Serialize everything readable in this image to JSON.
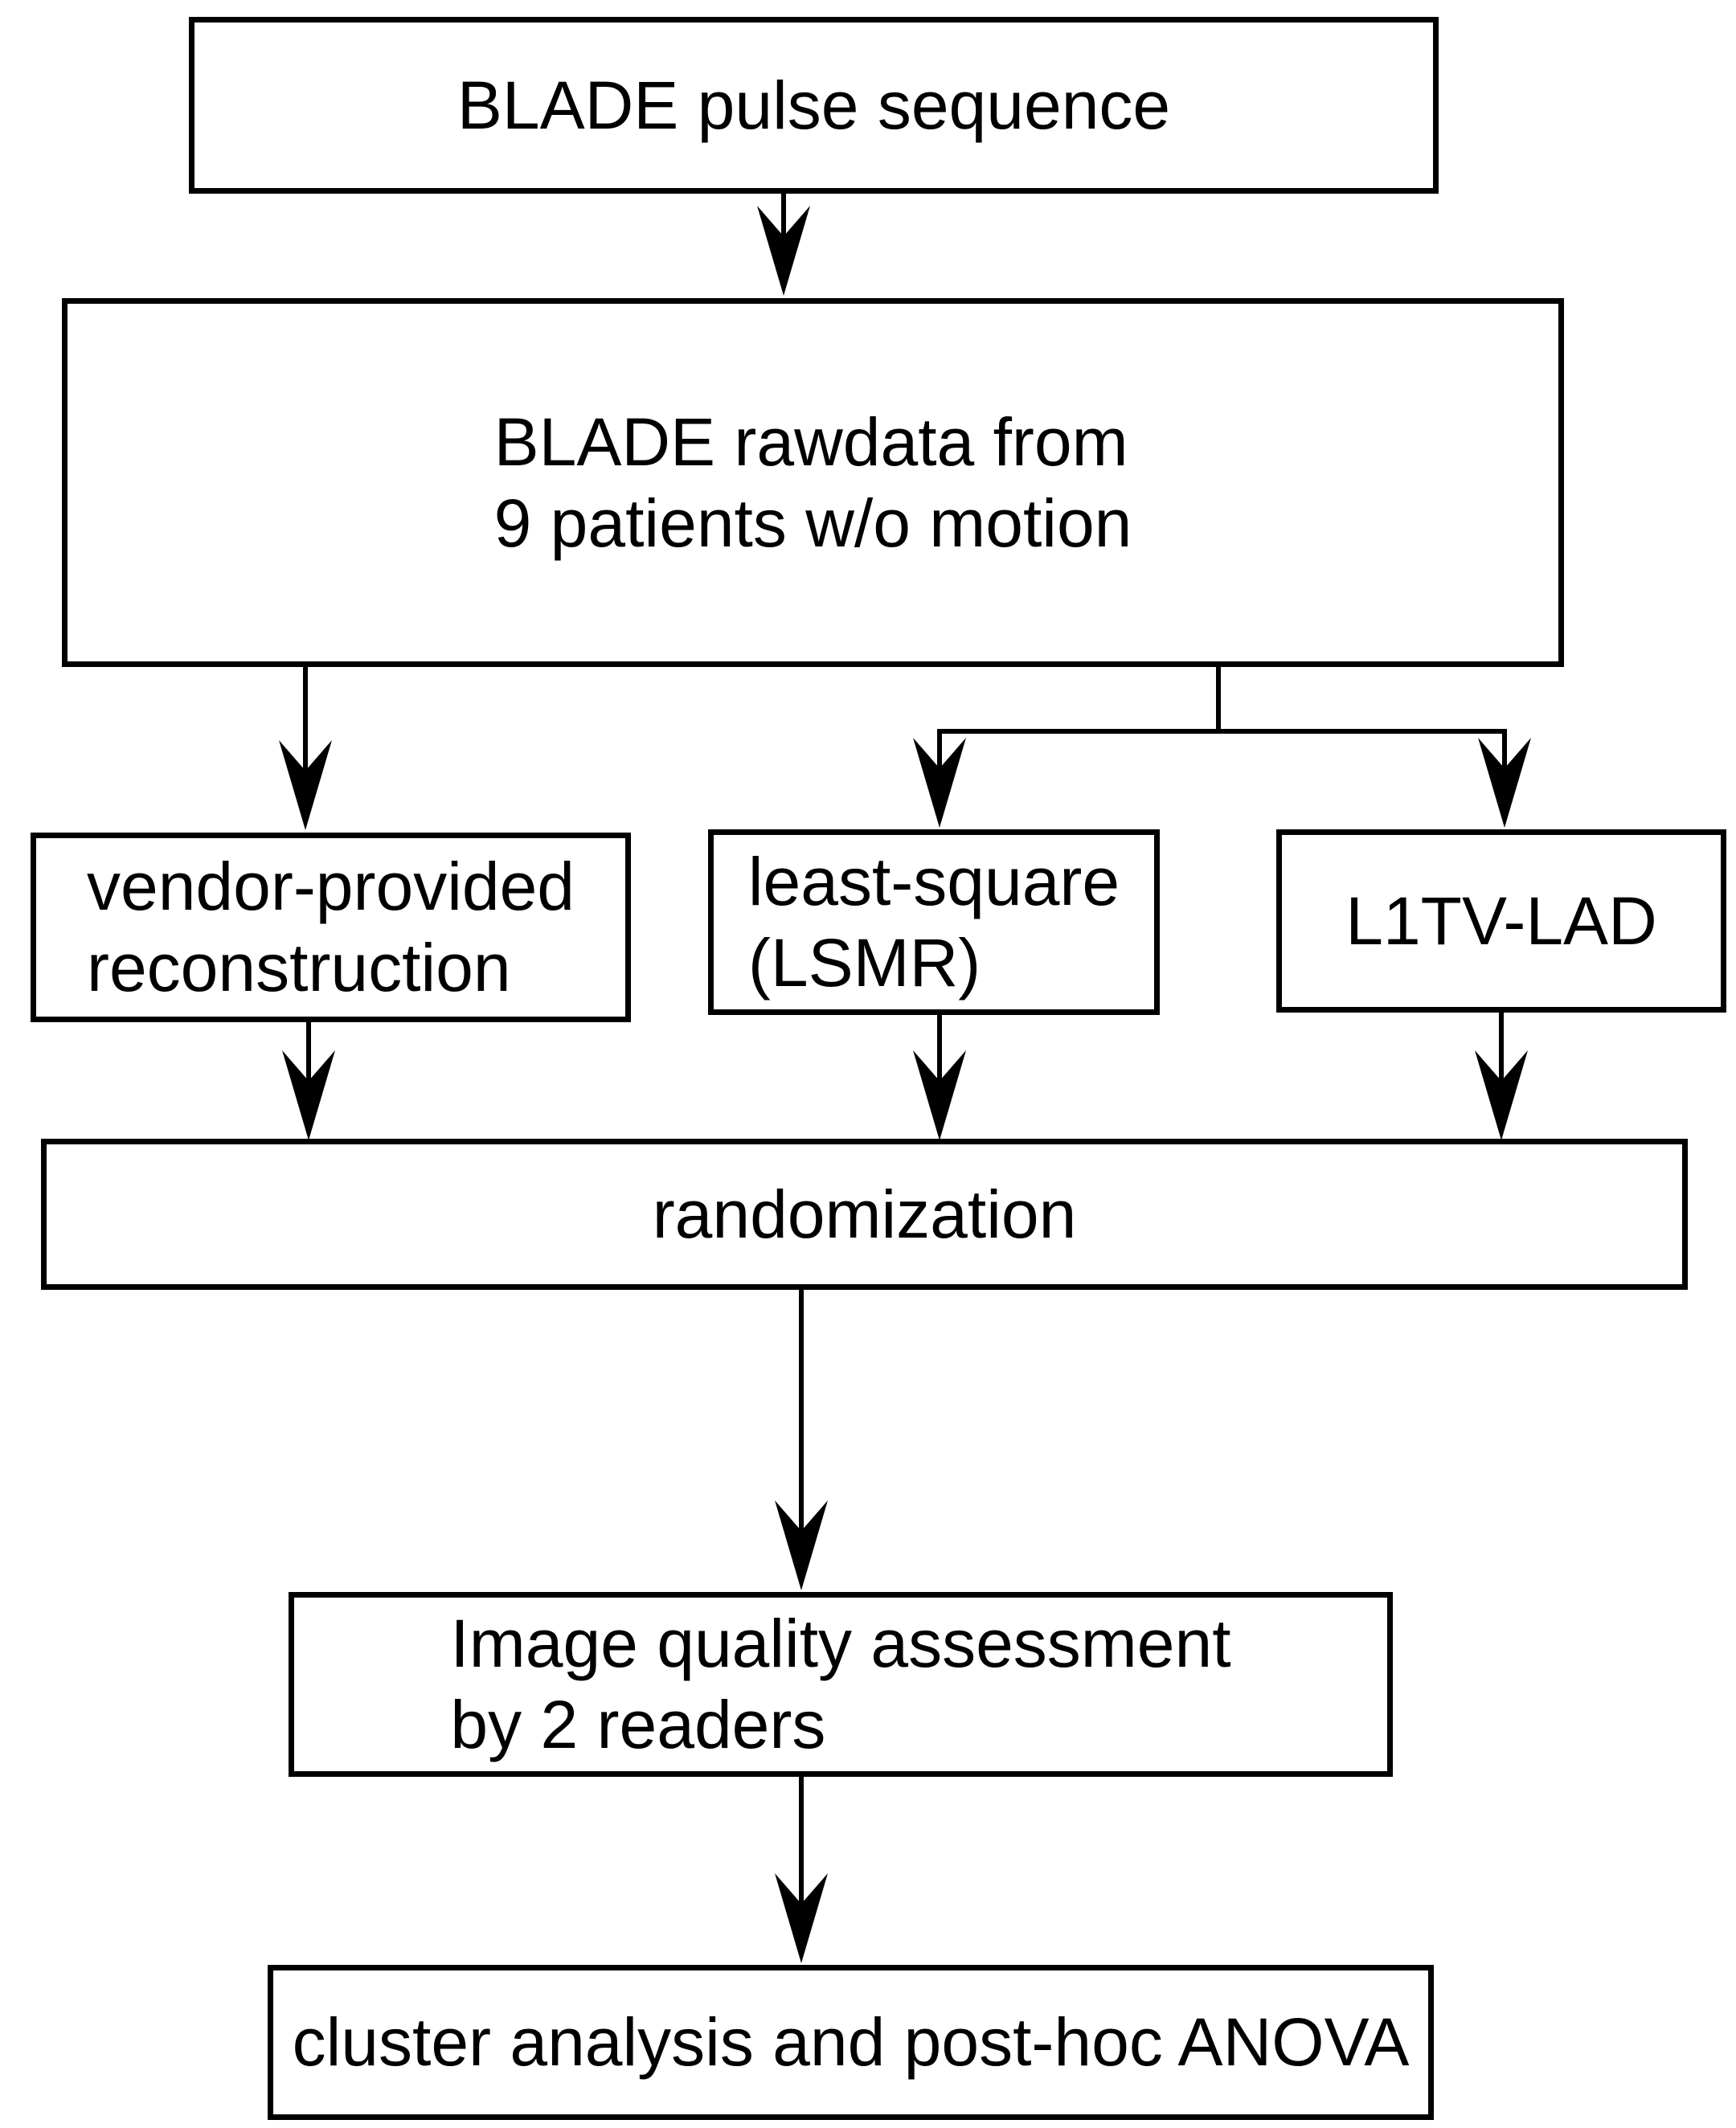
{
  "diagram": {
    "type": "flowchart",
    "colors": {
      "stroke": "#000000",
      "text": "#000000",
      "background": "#ffffff"
    },
    "nodes": {
      "blade_pulse": {
        "id": "blade-pulse-sequence",
        "lines": [
          "BLADE pulse sequence"
        ]
      },
      "blade_rawdata": {
        "id": "blade-rawdata",
        "lines": [
          "BLADE rawdata from",
          "9 patients w/o motion"
        ]
      },
      "vendor": {
        "id": "vendor-provided-reconstruction",
        "lines": [
          "vendor-provided",
          "reconstruction"
        ]
      },
      "lsmr": {
        "id": "least-square-lsmr",
        "lines": [
          "least-square",
          "(LSMR)"
        ]
      },
      "l1tv": {
        "id": "l1tv-lad",
        "lines": [
          "L1TV-LAD"
        ]
      },
      "random": {
        "id": "randomization",
        "lines": [
          "randomization"
        ]
      },
      "iqa": {
        "id": "image-quality-assessment",
        "lines": [
          "Image quality assessment",
          "by 2 readers"
        ]
      },
      "cluster": {
        "id": "cluster-analysis",
        "lines": [
          "cluster analysis and post-hoc ANOVA"
        ]
      }
    },
    "edges": [
      {
        "from": "blade-pulse-sequence",
        "to": "blade-rawdata"
      },
      {
        "from": "blade-rawdata",
        "to": "vendor-provided-reconstruction"
      },
      {
        "from": "blade-rawdata",
        "to": "least-square-lsmr"
      },
      {
        "from": "blade-rawdata",
        "to": "l1tv-lad"
      },
      {
        "from": "vendor-provided-reconstruction",
        "to": "randomization"
      },
      {
        "from": "least-square-lsmr",
        "to": "randomization"
      },
      {
        "from": "l1tv-lad",
        "to": "randomization"
      },
      {
        "from": "randomization",
        "to": "image-quality-assessment"
      },
      {
        "from": "image-quality-assessment",
        "to": "cluster-analysis"
      }
    ]
  }
}
